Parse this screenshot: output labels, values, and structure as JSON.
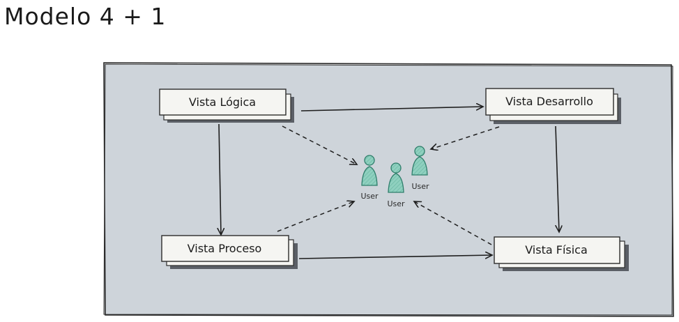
{
  "title": "Modelo 4 + 1",
  "views": {
    "logica": "Vista Lógica",
    "desarrollo": "Vista Desarrollo",
    "proceso": "Vista Proceso",
    "fisica": "Vista Física"
  },
  "users": [
    {
      "label": "User"
    },
    {
      "label": "User"
    },
    {
      "label": "User"
    }
  ],
  "colors": {
    "panel_fill": "#ced4da",
    "panel_stroke": "#2b2b2b",
    "box_fill": "#f5f5f2",
    "box_shadow": "#5b5f66",
    "user_fill": "#8fd0bf",
    "user_stroke": "#2e7d6a"
  }
}
